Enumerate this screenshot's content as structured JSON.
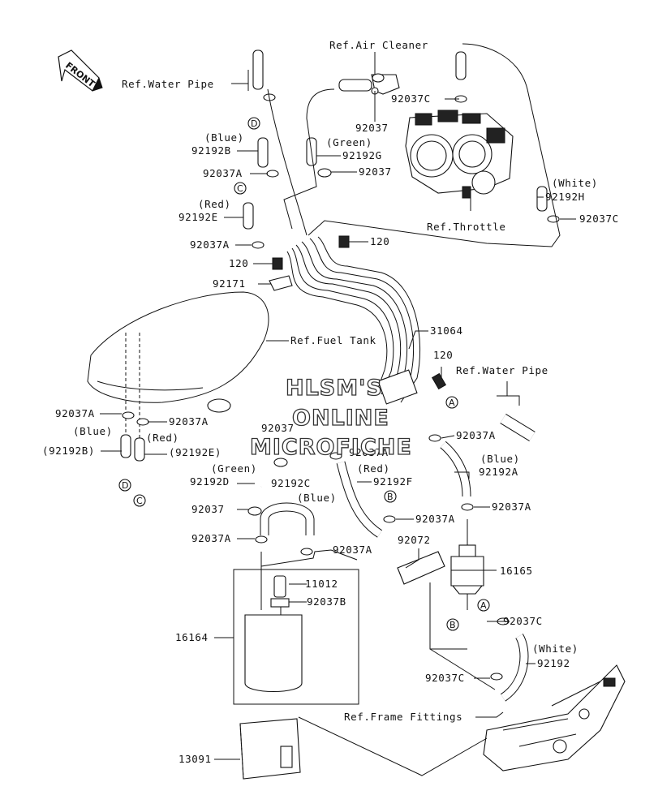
{
  "watermark": [
    "HLSM'S",
    "ONLINE",
    "MICROFICHE"
  ],
  "front_tag": "FRONT",
  "labels": {
    "ref_air_cleaner": "Ref.Air Cleaner",
    "ref_water_pipe_top": "Ref.Water Pipe",
    "ref_water_pipe_right": "Ref.Water Pipe",
    "ref_throttle": "Ref.Throttle",
    "ref_fuel_tank": "Ref.Fuel Tank",
    "ref_frame_fittings": "Ref.Frame Fittings",
    "p92037C_top": "92037C",
    "p92037_top": "92037",
    "green_top": "(Green)",
    "p92192G": "92192G",
    "p92037_g": "92037",
    "blue_top": "(Blue)",
    "p92192B": "92192B",
    "p92037A_1": "92037A",
    "red_top": "(Red)",
    "p92192E": "92192E",
    "p92037A_2": "92037A",
    "white_top": "(White)",
    "p92192H": "92192H",
    "p92037C_right": "92037C",
    "p120_top": "120",
    "p120_left": "120",
    "p92171": "92171",
    "p31064": "31064",
    "p120_mid": "120",
    "p92037A_left_l": "92037A",
    "p92037A_left_r": "92037A",
    "blue_left": "(Blue)",
    "red_left": "(Red)",
    "p92192B_paren": "(92192B)",
    "p92192E_paren": "(92192E)",
    "p92037_mid": "92037",
    "p92037A_ctr": "92037A",
    "p92037A_rt": "92037A",
    "blue_rt": "(Blue)",
    "p92192A": "92192A",
    "green_mid": "(Green)",
    "red_mid": "(Red)",
    "p92192D": "92192D",
    "p92192C": "92192C",
    "blue_mid": "(Blue)",
    "p92192F": "92192F",
    "p92037_low": "92037",
    "p92037A_b": "92037A",
    "p92037A_fr": "92037A",
    "p92037A_low": "92037A",
    "p92037A_c": "92037A",
    "p92072": "92072",
    "p16165": "16165",
    "p11012": "11012",
    "p92037B": "92037B",
    "p16164": "16164",
    "p92037C_a": "92037C",
    "white_low": "(White)",
    "p92192": "92192",
    "p92037C_low": "92037C",
    "p13091": "13091"
  },
  "callouts": {
    "d_top": "D",
    "c_top": "C",
    "d_bot": "D",
    "c_bot": "C",
    "a_right": "A",
    "b_mid": "B",
    "b_low": "B",
    "a_low": "A"
  }
}
